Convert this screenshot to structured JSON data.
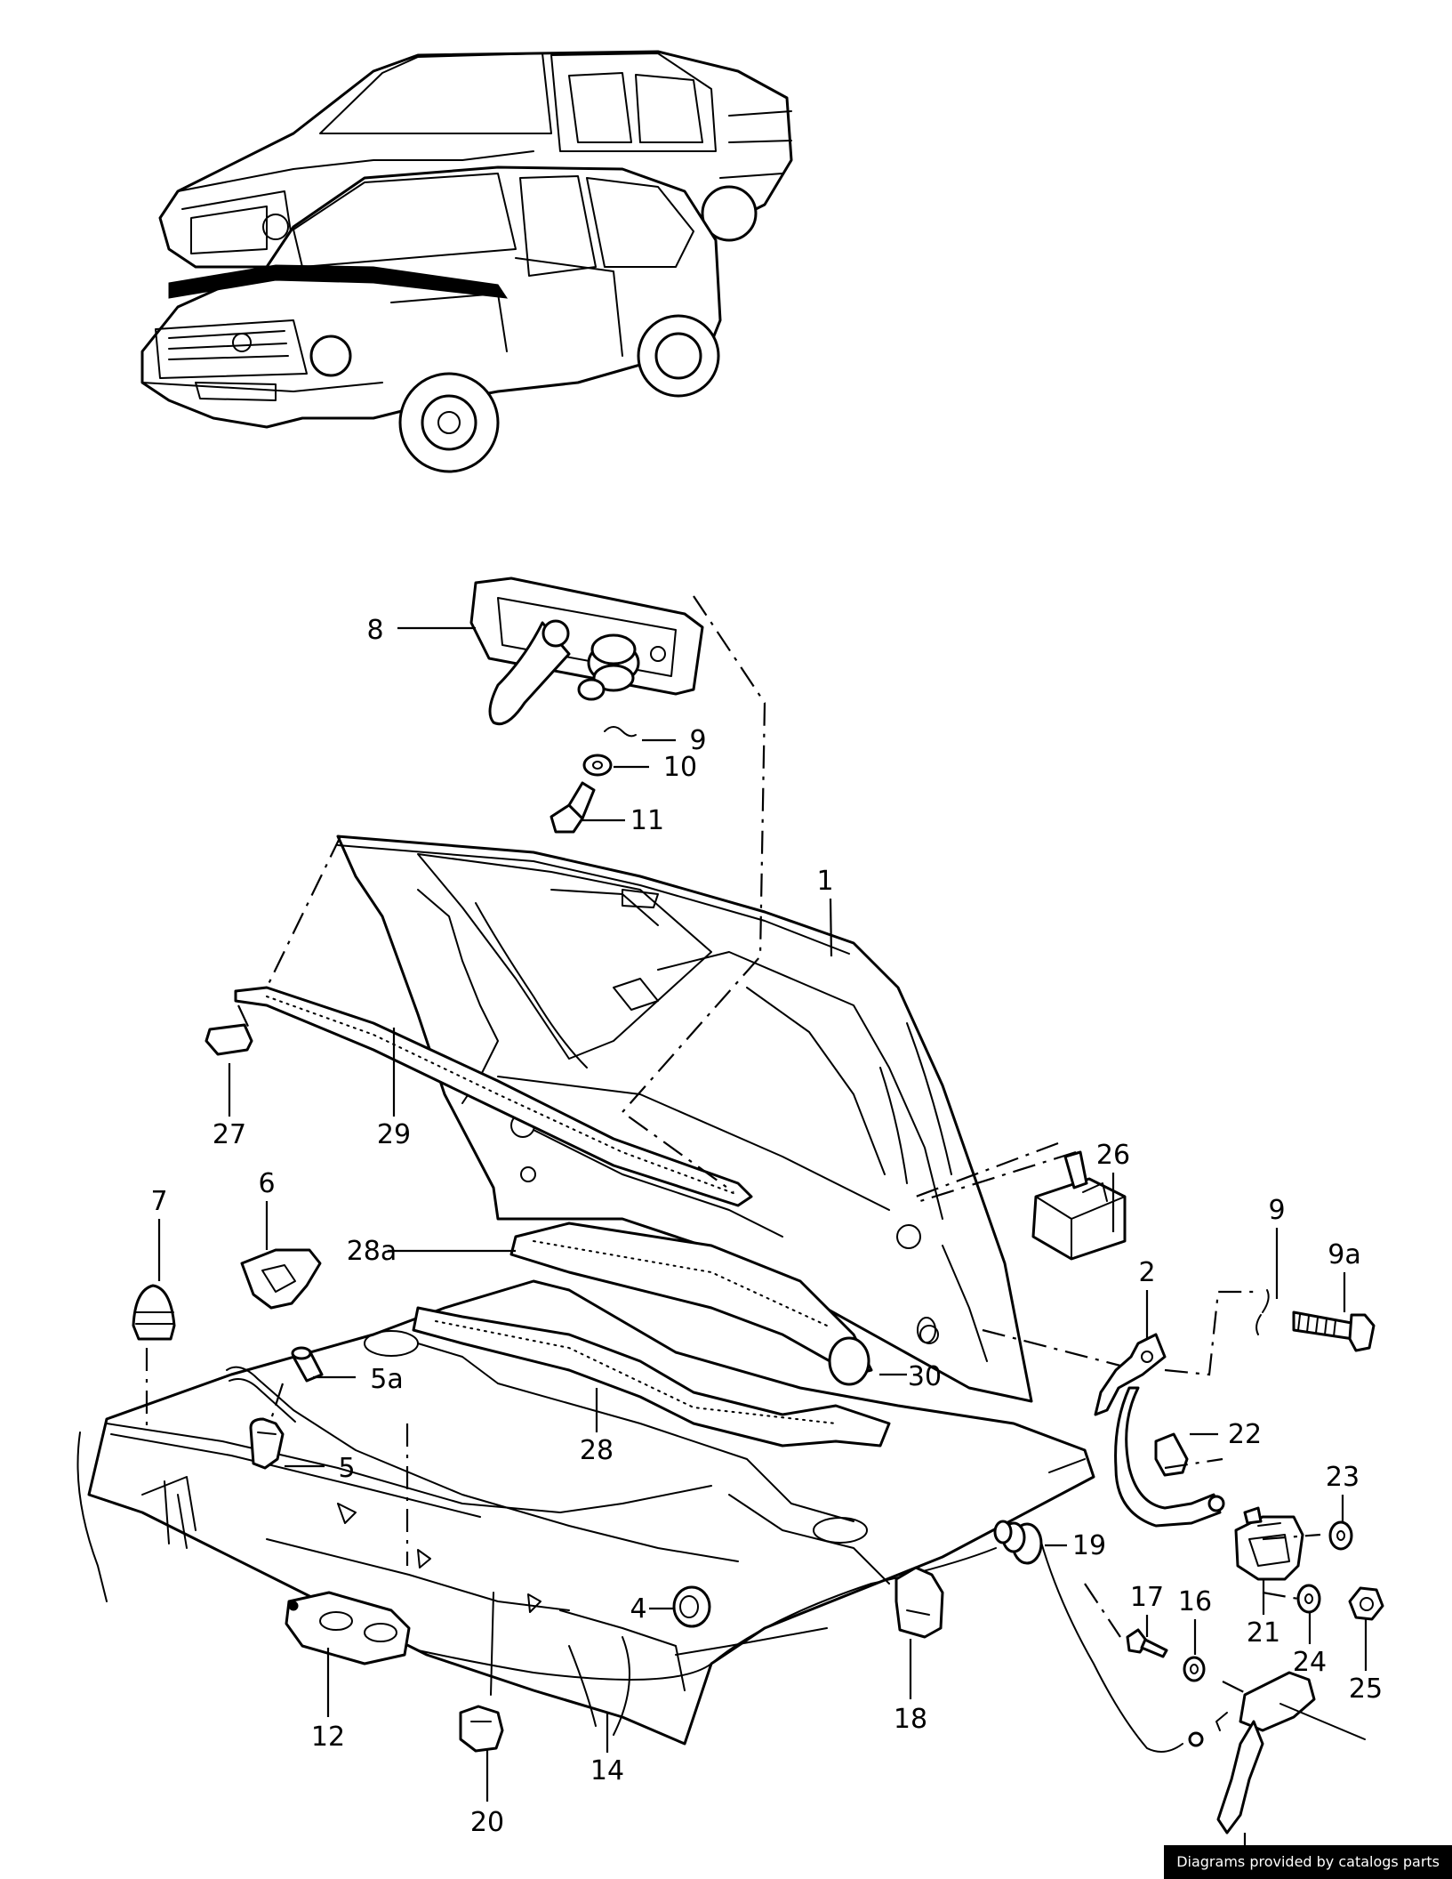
{
  "diagram": {
    "callouts": [
      {
        "id": "c1",
        "text": "1"
      },
      {
        "id": "c2",
        "text": "2"
      },
      {
        "id": "c4",
        "text": "4"
      },
      {
        "id": "c5",
        "text": "5"
      },
      {
        "id": "c5a",
        "text": "5a"
      },
      {
        "id": "c6",
        "text": "6"
      },
      {
        "id": "c7",
        "text": "7"
      },
      {
        "id": "c8",
        "text": "8"
      },
      {
        "id": "c9top",
        "text": "9"
      },
      {
        "id": "c9right",
        "text": "9"
      },
      {
        "id": "c9a",
        "text": "9a"
      },
      {
        "id": "c10",
        "text": "10"
      },
      {
        "id": "c11",
        "text": "11"
      },
      {
        "id": "c12",
        "text": "12"
      },
      {
        "id": "c14",
        "text": "14"
      },
      {
        "id": "c16",
        "text": "16"
      },
      {
        "id": "c17",
        "text": "17"
      },
      {
        "id": "c18",
        "text": "18"
      },
      {
        "id": "c19",
        "text": "19"
      },
      {
        "id": "c20",
        "text": "20"
      },
      {
        "id": "c21",
        "text": "21"
      },
      {
        "id": "c22",
        "text": "22"
      },
      {
        "id": "c23",
        "text": "23"
      },
      {
        "id": "c24",
        "text": "24"
      },
      {
        "id": "c25",
        "text": "25"
      },
      {
        "id": "c26",
        "text": "26"
      },
      {
        "id": "c27",
        "text": "27"
      },
      {
        "id": "c28",
        "text": "28"
      },
      {
        "id": "c28a",
        "text": "28a"
      },
      {
        "id": "c29",
        "text": "29"
      },
      {
        "id": "c30",
        "text": "30"
      }
    ]
  },
  "credit": "Diagrams provided by catalogs parts"
}
